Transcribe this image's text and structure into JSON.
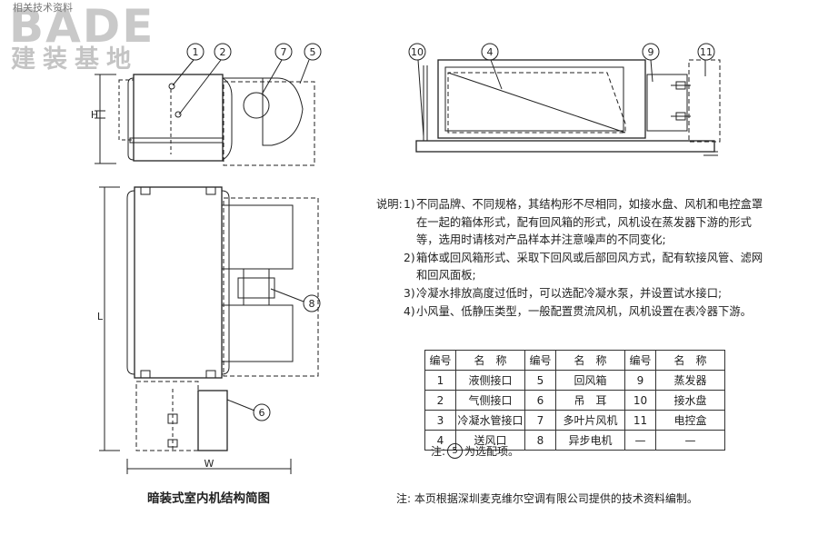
{
  "watermark": {
    "small_text": "相关技术资料",
    "brand": "BADE",
    "brand_cn": "建装基地"
  },
  "callouts": [
    "1",
    "2",
    "7",
    "5",
    "10",
    "4",
    "9",
    "11",
    "8",
    "6"
  ],
  "dimension_labels": {
    "height": "H",
    "length": "L",
    "width": "W"
  },
  "notes": {
    "heading": "说明:",
    "items": [
      {
        "num": "1)",
        "text": "不同品牌、不同规格，其结构形不尽相同，如接水盘、风机和电控盒罩在一起的箱体形式，配有回风箱的形式，风机设在蒸发器下游的形式等，选用时请核对产品样本并注意噪声的不同变化;"
      },
      {
        "num": "2)",
        "text": "箱体或回风箱形式、采取下回风或后部回风方式，配有软接风管、滤网和回风面板;"
      },
      {
        "num": "3)",
        "text": "冷凝水排放高度过低时，可以选配冷凝水泵，并设置试水接口;"
      },
      {
        "num": "4)",
        "text": "小风量、低静压类型，一般配置贯流风机，风机设置在表冷器下游。"
      }
    ]
  },
  "parts_table": {
    "headers": [
      "编号",
      "名　称",
      "编号",
      "名　称",
      "编号",
      "名　称"
    ],
    "rows": [
      [
        "1",
        "液侧接口",
        "5",
        "回风箱",
        "9",
        "蒸发器"
      ],
      [
        "2",
        "气侧接口",
        "6",
        "吊　耳",
        "10",
        "接水盘"
      ],
      [
        "3",
        "冷凝水管接口",
        "7",
        "多叶片风机",
        "11",
        "电控盒"
      ],
      [
        "4",
        "送风口",
        "8",
        "异步电机",
        "—",
        "—"
      ]
    ]
  },
  "footnote": {
    "prefix": "注:",
    "circled": "5",
    "suffix": "为选配项。"
  },
  "drawing_title": "暗装式室内机结构简图",
  "source_note": "注: 本页根据深圳麦克维尔空调有限公司提供的技术资料编制。"
}
